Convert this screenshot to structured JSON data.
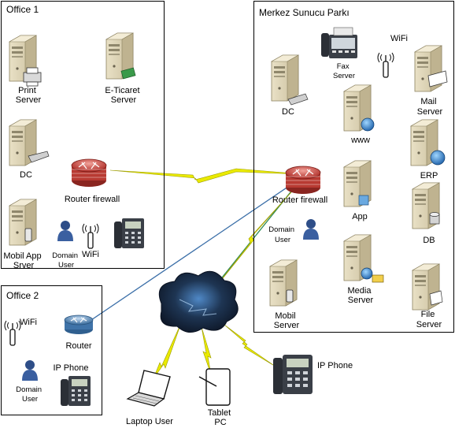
{
  "offices": {
    "office1": "Office 1",
    "merkez": "Merkez Sunucu Parkı",
    "office2": "Office 2"
  },
  "labels": {
    "print_server": [
      "Print",
      "Server"
    ],
    "eticaret": [
      "E-Ticaret",
      "Server"
    ],
    "dc1": "DC",
    "router_fw1": "Router firewall",
    "mobil_app": [
      "Mobil App",
      "Srver"
    ],
    "domain_user1": [
      "Domain",
      "User"
    ],
    "wifi1": "WiFi",
    "fax": [
      "Fax",
      "Server"
    ],
    "wifi_m": "WiFi",
    "mail": [
      "Mail",
      "Server"
    ],
    "dc_m": "DC",
    "www": "www",
    "erp": "ERP",
    "router_fw_m": "Router firewall",
    "app": "App",
    "db": "DB",
    "domain_user_m": [
      "Domain",
      "User"
    ],
    "media": [
      "Media",
      "Server"
    ],
    "mobil_server": [
      "Mobil",
      "Server"
    ],
    "file_server": [
      "File",
      "Server"
    ],
    "wifi2": "WiFi",
    "router2": "Router",
    "ip_phone2": "IP Phone",
    "domain_user2": [
      "Domain",
      "User"
    ],
    "ip_phone_c": "IP Phone",
    "laptop": "Laptop User",
    "tablet": [
      "Tablet",
      "PC"
    ]
  },
  "colors": {
    "box_border": "#000000",
    "link_green": "#2e8b57",
    "link_blue": "#3b6fa8",
    "lightning": "#e6e600",
    "router_red": "#c0392b",
    "router_blue": "#4a7fb5",
    "cloud_dark": "#1c2b45"
  }
}
